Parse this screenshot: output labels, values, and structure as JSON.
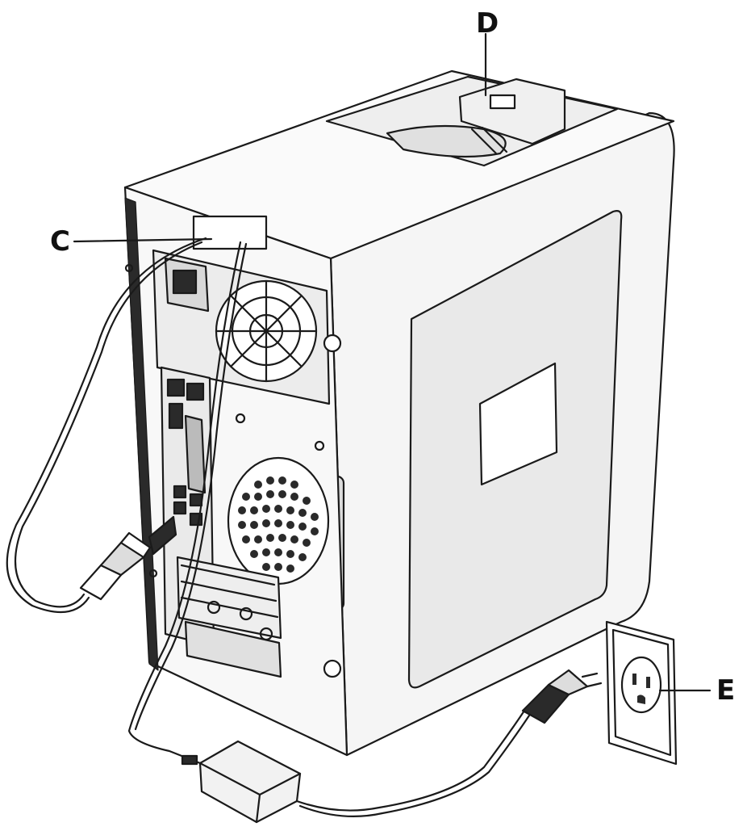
{
  "callouts": {
    "c": "C",
    "d": "D",
    "e": "E"
  },
  "colors": {
    "line": "#1a1a1a",
    "case_side": "#f2f2f2",
    "panel": "#e6e6e6",
    "fill_dark": "#2a2a2a",
    "background": "#ffffff"
  }
}
